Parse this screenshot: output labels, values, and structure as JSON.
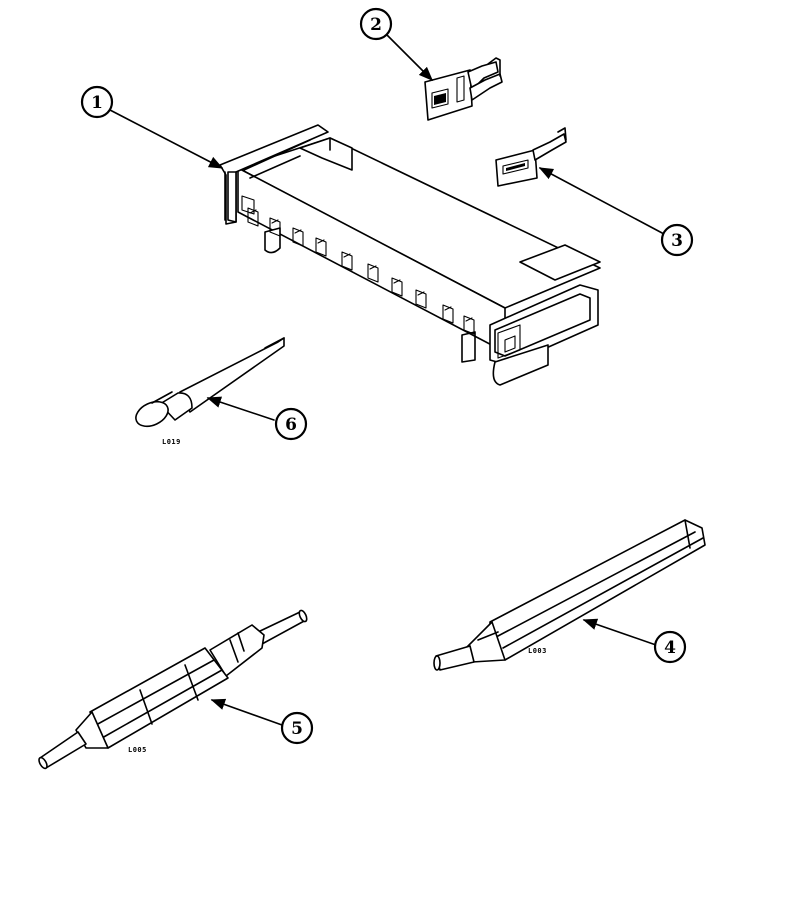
{
  "callouts": [
    {
      "id": "1",
      "label": "1"
    },
    {
      "id": "2",
      "label": "2"
    },
    {
      "id": "3",
      "label": "3"
    },
    {
      "id": "4",
      "label": "4"
    },
    {
      "id": "5",
      "label": "5"
    },
    {
      "id": "6",
      "label": "6"
    }
  ],
  "part_codes": {
    "tool_small": "L019",
    "tool_hex": "L003",
    "tool_double": "L005"
  },
  "colors": {
    "line": "#000000",
    "background": "#ffffff"
  }
}
